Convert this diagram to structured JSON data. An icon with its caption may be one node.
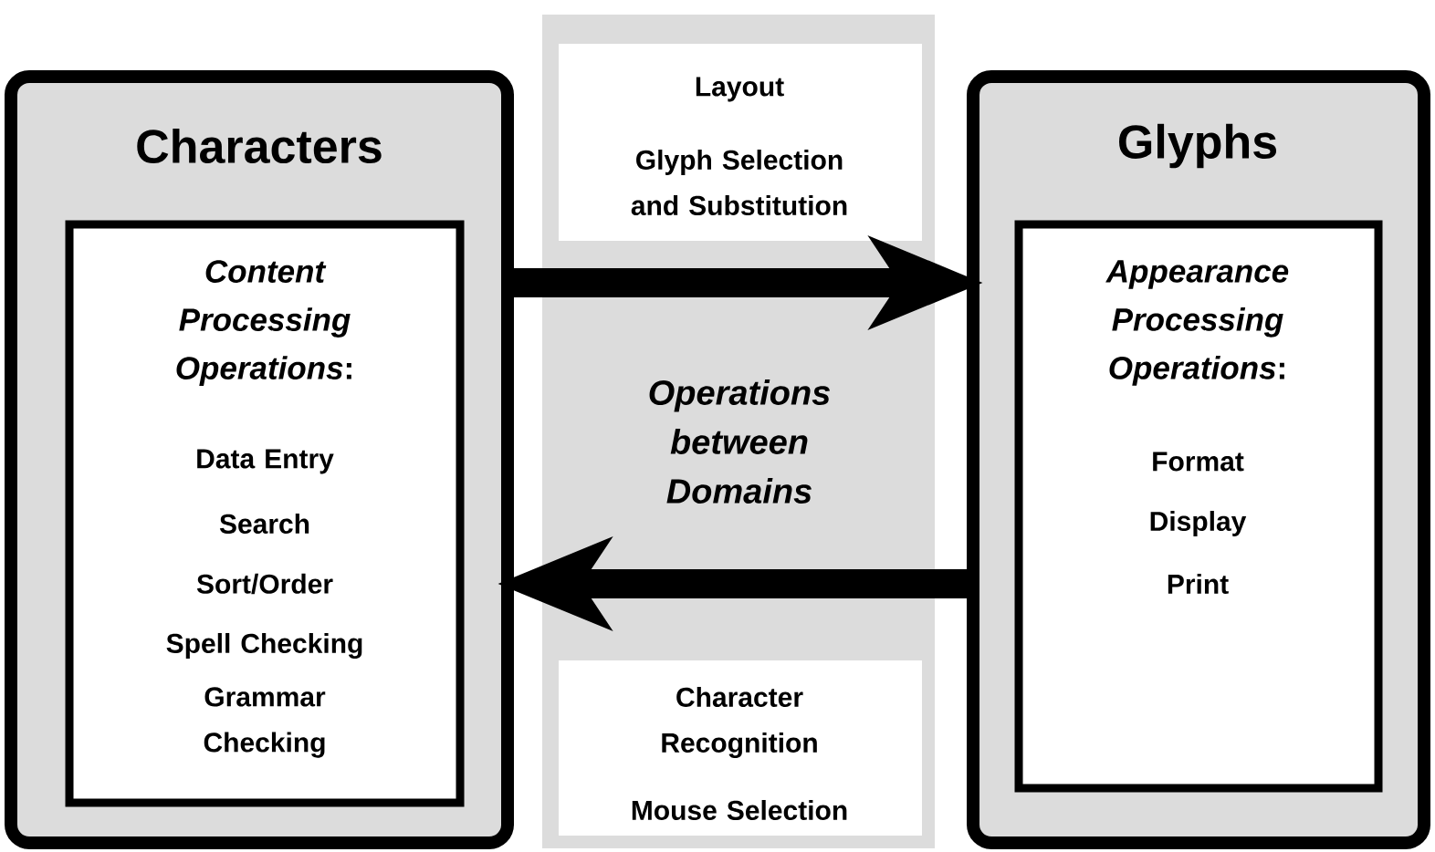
{
  "diagram": {
    "nodes": [
      {
        "text": [
          "Characters"
        ]
      },
      {
        "text": [
          "*Content Processing Operations*:",
          "Data Entry",
          "Search",
          "Sort/Order",
          "Spell Checking",
          "Grammar Checking"
        ],
        "in": 0
      },
      {
        "text": [
          "Operations between Domains"
        ]
      },
      {
        "text": [
          "Layout",
          "Glyph Selection and Substitution"
        ],
        "in": 2
      },
      {
        "text": [
          "Character Recognition",
          "Mouse Selection"
        ],
        "in": 2
      },
      {
        "text": [
          "Glyphs"
        ]
      },
      {
        "text": [
          "*Appearance Processing Operations*:",
          "Format",
          "Display",
          "Print"
        ],
        "in": 5
      }
    ],
    "edges": [
      {
        "from": 0,
        "to": 5,
        "arrow": "to"
      },
      {
        "from": 5,
        "to": 0,
        "arrow": "to"
      }
    ]
  }
}
